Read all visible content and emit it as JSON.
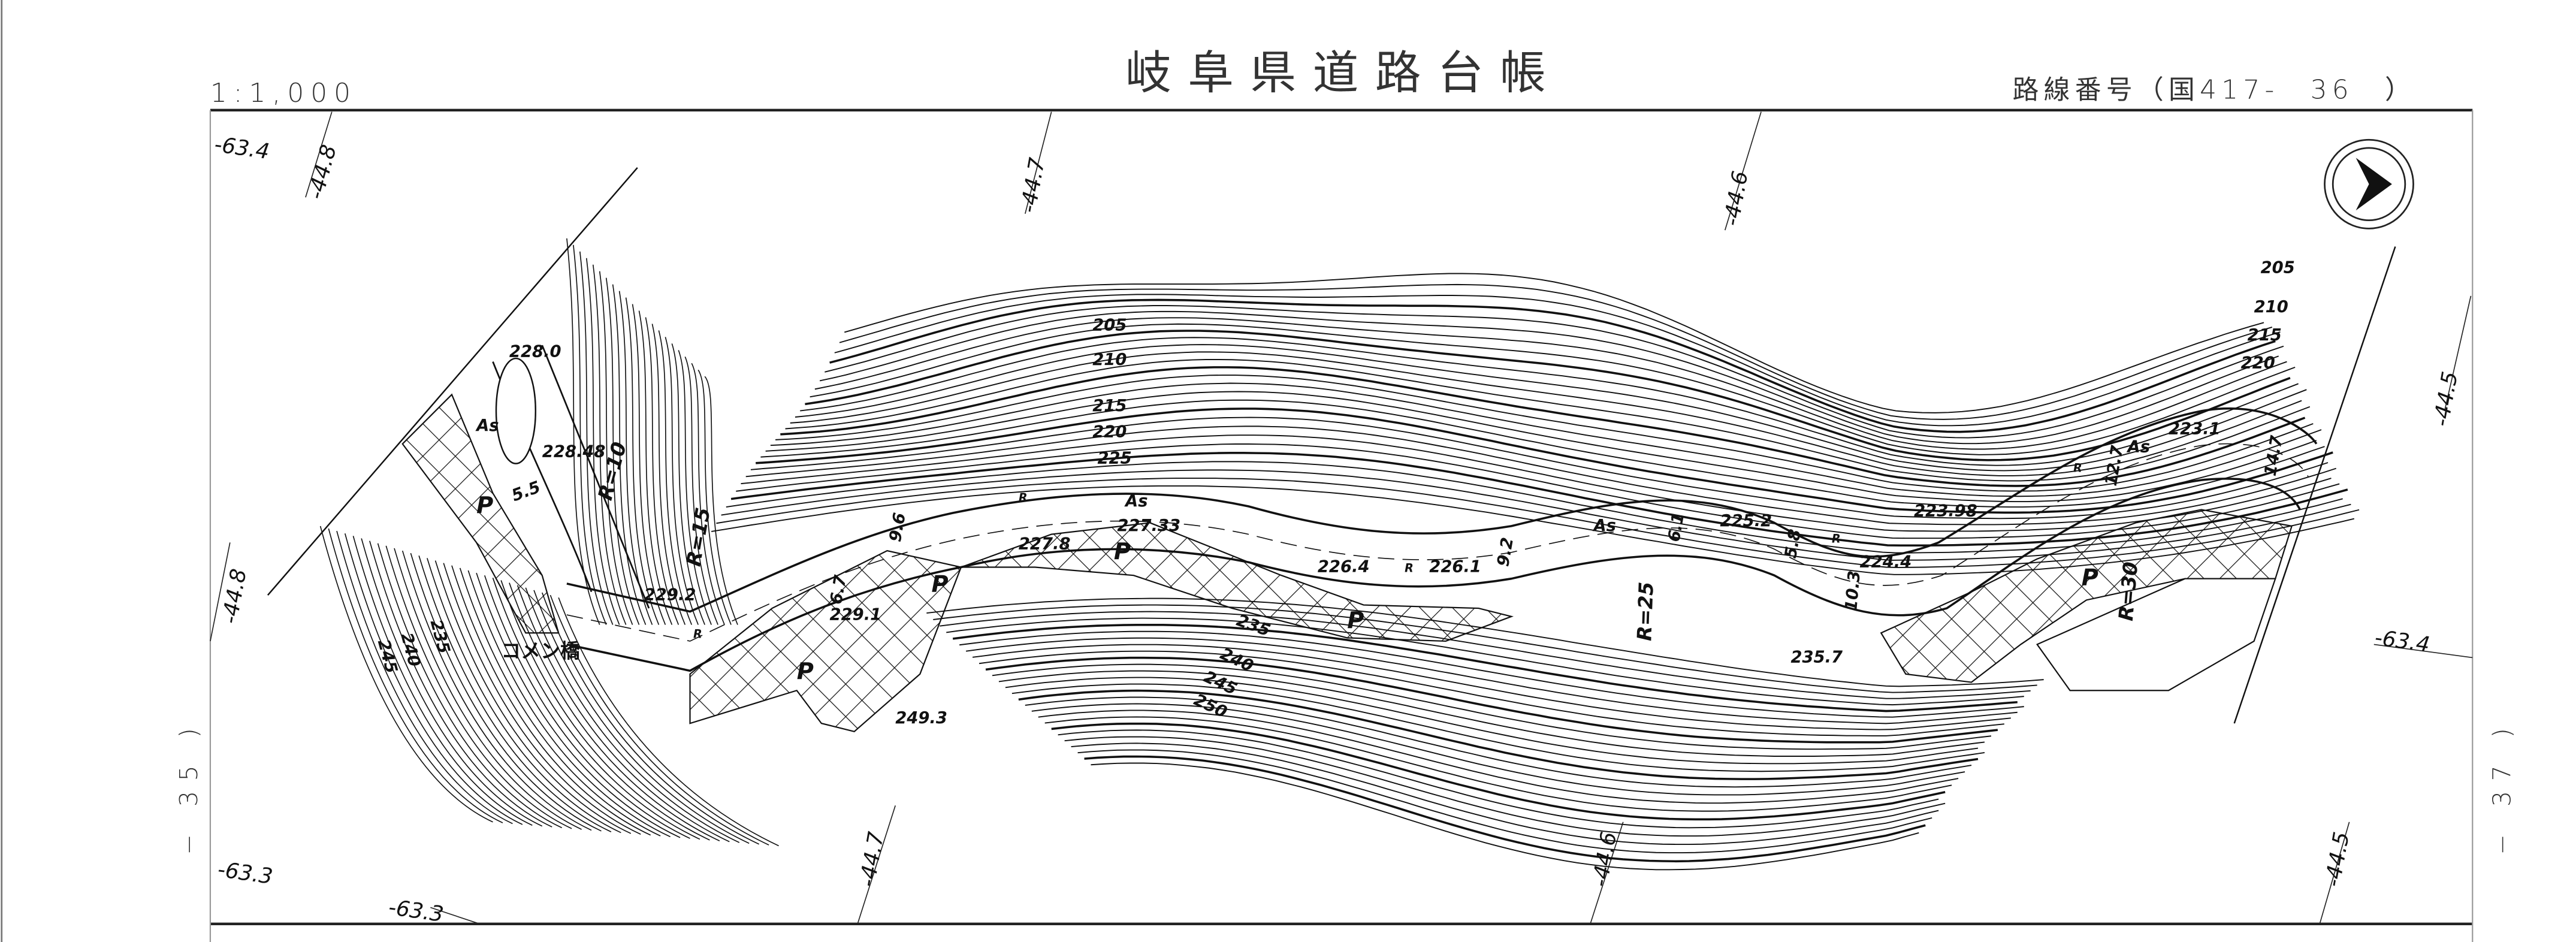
{
  "header": {
    "title": "岐阜県道路台帳",
    "scale": "1:1,000",
    "route_number": "路線番号（国417-　36　）"
  },
  "sheet_refs": {
    "left": "35",
    "right": "37",
    "left_prefix": "−",
    "right_prefix": "−"
  },
  "grid_labels": {
    "top": [
      "-44.8",
      "-44.7",
      "-44.6",
      "-44.5"
    ],
    "bottom": [
      "-44.7",
      "-44.6",
      "-44.5"
    ],
    "left": [
      "-63.4",
      "-44.8",
      "-63.3"
    ],
    "right": [
      "-63.4"
    ],
    "bottom_left": "-63.3"
  },
  "north_arrow": {
    "icon": "north-arrow-icon"
  },
  "contour_labels": {
    "north": [
      "205",
      "210",
      "215",
      "220",
      "225"
    ],
    "north_east": [
      "205",
      "210",
      "215",
      "220"
    ],
    "south": [
      "235",
      "240",
      "245",
      "250"
    ],
    "west": [
      "235",
      "240",
      "245"
    ]
  },
  "elevations": [
    "228.0",
    "228.48",
    "229.2",
    "229.1",
    "227.8",
    "227.33",
    "226.4",
    "226.1",
    "225.2",
    "224.4",
    "223.98",
    "223.1",
    "235.7",
    "249.3"
  ],
  "road_labels": {
    "surface": "As",
    "parking": "P",
    "radii": [
      "R=10",
      "R=15",
      "R=25",
      "R=30"
    ],
    "widths": [
      "5.5",
      "6.7",
      "9.6",
      "9.2",
      "6.1",
      "5.8",
      "10.3",
      "12.7",
      "14.7"
    ],
    "bridge": "コメン橋",
    "marker": "R"
  }
}
